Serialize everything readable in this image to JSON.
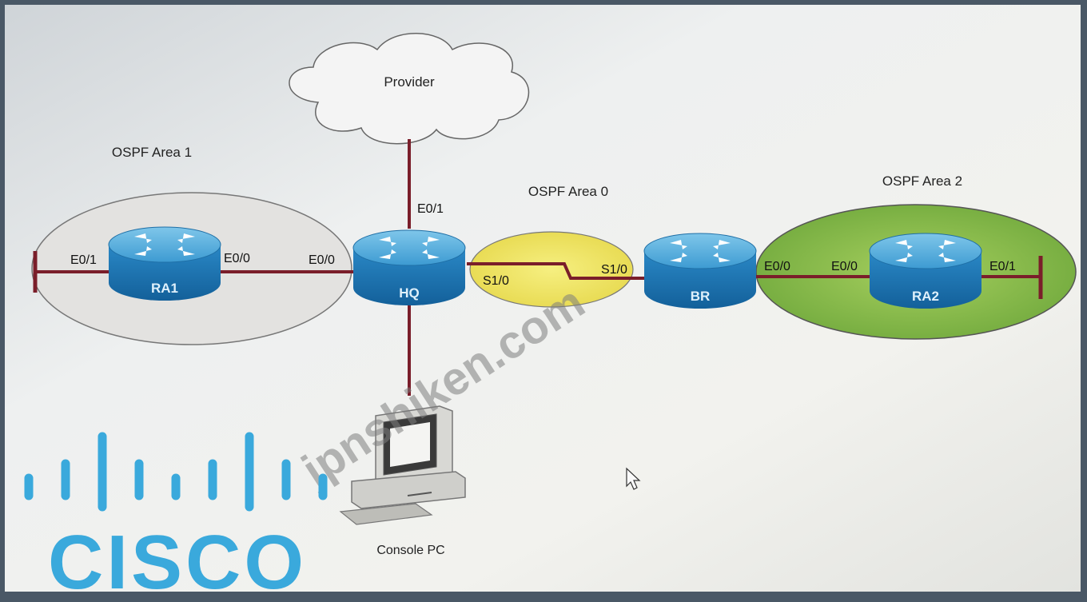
{
  "title": "",
  "cloud": {
    "label": "Provider"
  },
  "areas": [
    {
      "id": "area1",
      "label": "OSPF Area 1",
      "color": "#dcdcdc"
    },
    {
      "id": "area0",
      "label": "OSPF Area 0",
      "color": "#f0e86a"
    },
    {
      "id": "area2",
      "label": "OSPF Area 2",
      "color": "#7cb64a"
    }
  ],
  "routers": [
    {
      "id": "ra1",
      "label": "RA1"
    },
    {
      "id": "hq",
      "label": "HQ"
    },
    {
      "id": "br",
      "label": "BR"
    },
    {
      "id": "ra2",
      "label": "RA2"
    }
  ],
  "interfaces": {
    "ra1_e01": "E0/1",
    "ra1_e00": "E0/0",
    "hq_e00": "E0/0",
    "hq_e01": "E0/1",
    "hq_s10": "S1/0",
    "br_s10": "S1/0",
    "br_e00": "E0/0",
    "ra2_e00": "E0/0",
    "ra2_e01": "E0/1"
  },
  "pc": {
    "label": "Console PC"
  },
  "watermark": {
    "text": "jpnshiken.com"
  },
  "logo": {
    "text": "CISCO"
  },
  "colors": {
    "link": "#7a1e2a",
    "router_top": "#5fb3e0",
    "router_side": "#1f78b4",
    "logo": "#3aa9dc"
  }
}
